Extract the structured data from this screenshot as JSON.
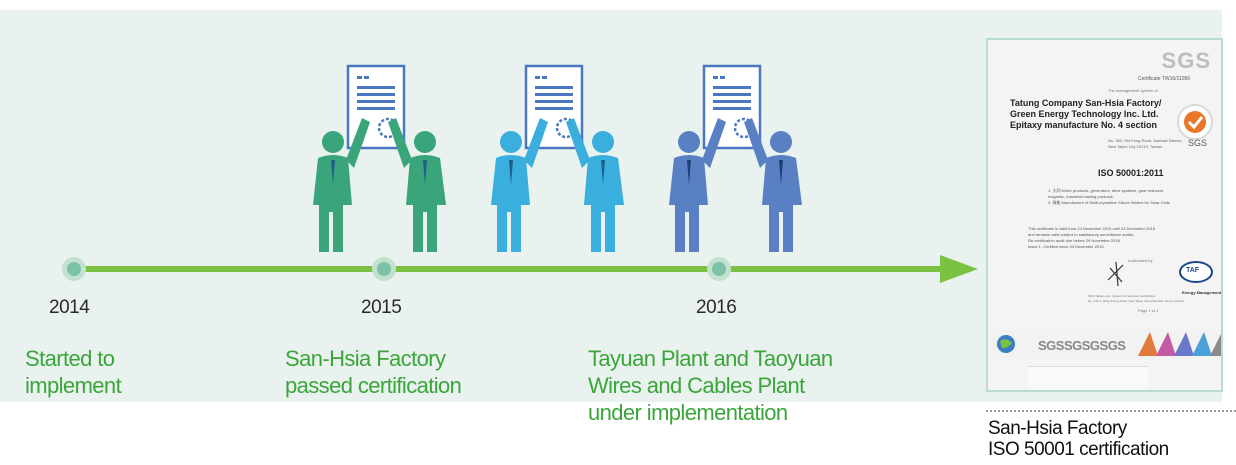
{
  "timeline": {
    "accent_color": "#7cc242",
    "milestones": [
      {
        "year": "2014",
        "lines": [
          "Started to",
          "implement"
        ]
      },
      {
        "year": "2015",
        "lines": [
          "San-Hsia Factory",
          "passed certification"
        ]
      },
      {
        "year": "2016",
        "lines": [
          "Tayuan Plant and Taoyuan",
          "Wires and Cables Plant",
          "under implementation"
        ]
      }
    ],
    "figure_colors": [
      "#3aa57a",
      "#3aaedd",
      "#5a80c4"
    ]
  },
  "certificate": {
    "brand": "SGS",
    "number": "Certificate TW16/11056",
    "mgmt": "The management system of",
    "company_lines": [
      "Tatung Company San-Hsia Factory/",
      "Green Energy Technology Inc. Ltd.",
      "Epitaxy manufacture No. 4 section"
    ],
    "address_lines": [
      "No. 382, Shi Feng Road, Sanhsia District,",
      "New Taipei City 23743, Taiwan"
    ],
    "standard": "ISO 50001:2011",
    "scope_lines": [
      "1. 大同 Motor products, generators, drive systems, gear reducers,",
      "magnetic, industrial casting products.",
      "2. 綠能 Manufacture of Multi-crystalline Silicon Wafers for Solar Cells"
    ],
    "validity_lines": [
      "This certificate is valid from 24 December 2015 until 24 December 2018",
      "and remains valid subject to satisfactory surveillance audits.",
      "Re-certification audit due before 29 November 2018",
      "Issue 1. Certified since 24 December 2015"
    ],
    "authorized": "Authorised by",
    "issuer_lines": [
      "SGS Taiwan Ltd., Systems & Services Certification",
      "No. 136-1, Ming Sheng Road, New Taipei Industrial Park, Wu Ku District"
    ],
    "page": "Page 1 of 1",
    "taf": "TAF",
    "taf_label": "Energy Management",
    "band_text": "SGSSGSGSGS"
  },
  "caption": {
    "lines": [
      "San-Hsia Factory",
      "ISO 50001 certification"
    ]
  }
}
